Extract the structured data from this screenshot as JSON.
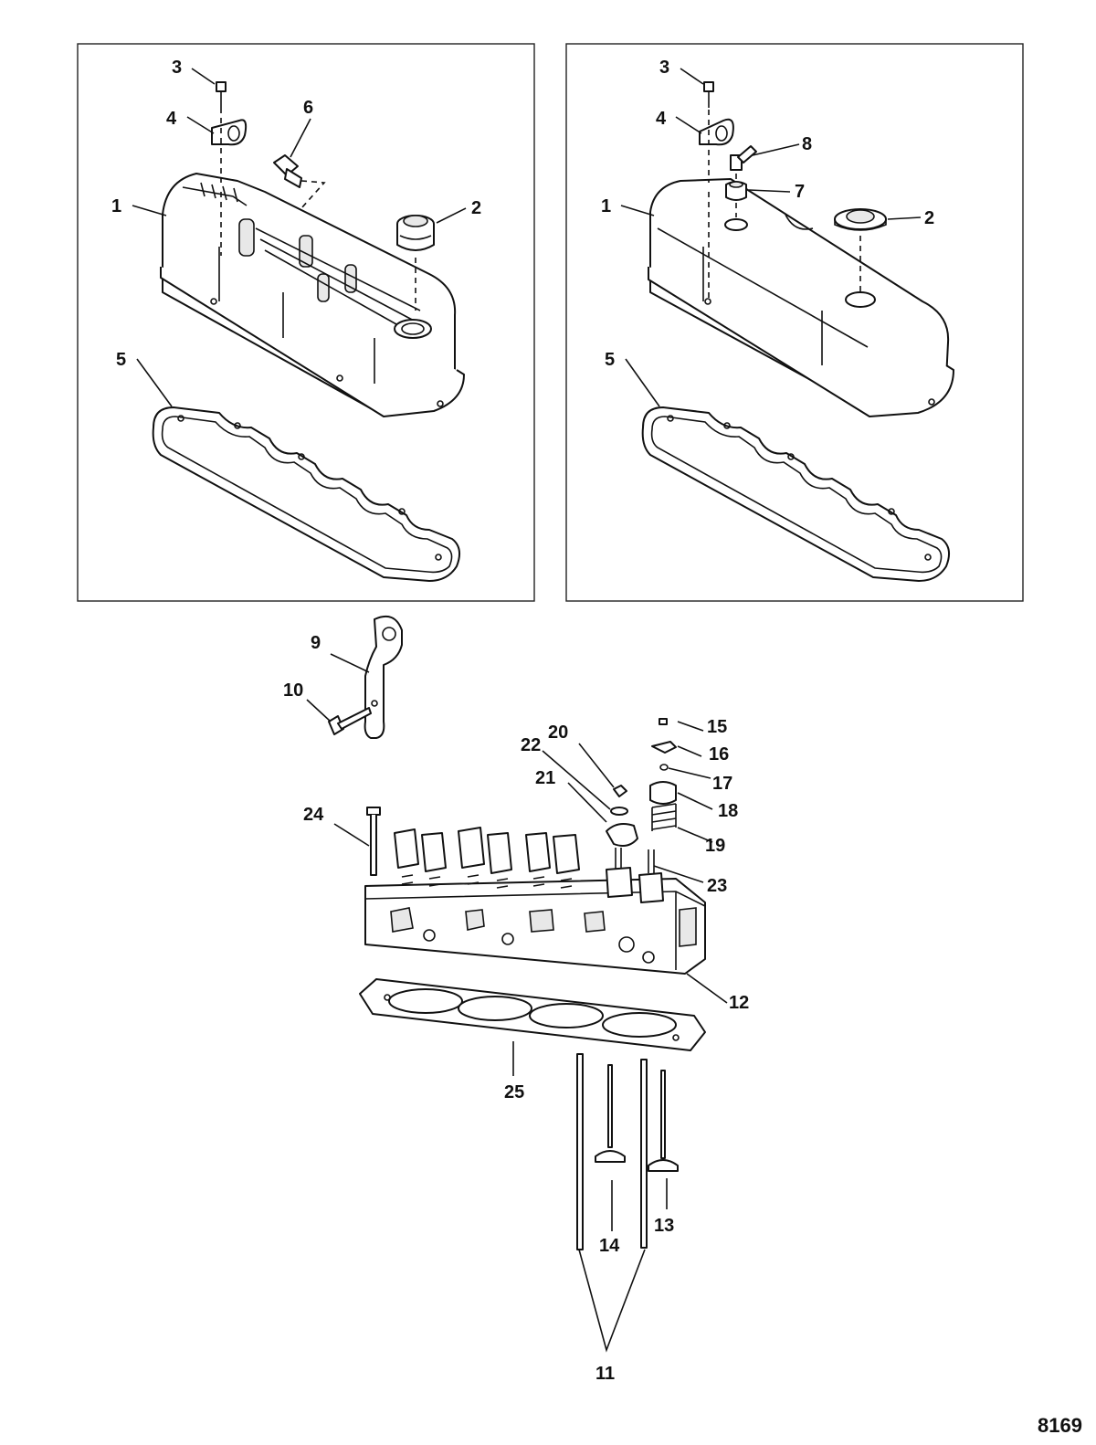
{
  "figure_number": "8169",
  "callouts": {
    "panel_left": {
      "c1": "1",
      "c2": "2",
      "c3": "3",
      "c4": "4",
      "c5": "5",
      "c6": "6"
    },
    "panel_right": {
      "c1": "1",
      "c2": "2",
      "c3": "3",
      "c4": "4",
      "c5": "5",
      "c7": "7",
      "c8": "8"
    },
    "lower": {
      "c9": "9",
      "c10": "10",
      "c11": "11",
      "c12": "12",
      "c13": "13",
      "c14": "14",
      "c15": "15",
      "c16": "16",
      "c17": "17",
      "c18": "18",
      "c19": "19",
      "c20": "20",
      "c21": "21",
      "c22": "22",
      "c23": "23",
      "c24": "24",
      "c25": "25"
    }
  },
  "colors": {
    "line": "#111111",
    "background": "#ffffff"
  }
}
